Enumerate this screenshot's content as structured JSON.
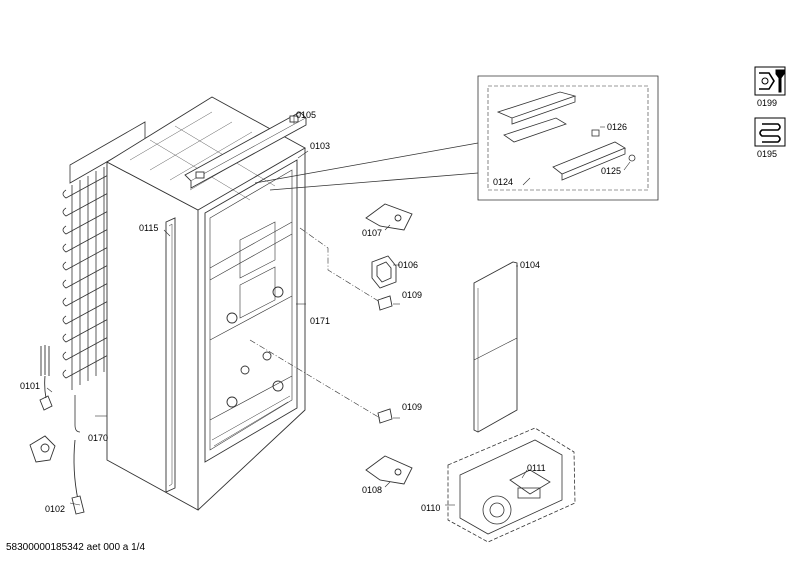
{
  "labels": {
    "p0101": "0101",
    "p0102": "0102",
    "p0103": "0103",
    "p0104": "0104",
    "p0105": "0105",
    "p0106": "0106",
    "p0107": "0107",
    "p0108": "0108",
    "p0109a": "0109",
    "p0109b": "0109",
    "p0110": "0110",
    "p0111": "0111",
    "p0115": "0115",
    "p0124": "0124",
    "p0125": "0125",
    "p0126": "0126",
    "p0170": "0170",
    "p0171": "0171",
    "p0195": "0195",
    "p0199": "0199"
  },
  "icons": {
    "service_kit": "wrench-screwdriver-icon",
    "heating_coil": "coil-icon"
  },
  "footer": "58300000185342 aet 000 a 1/4"
}
